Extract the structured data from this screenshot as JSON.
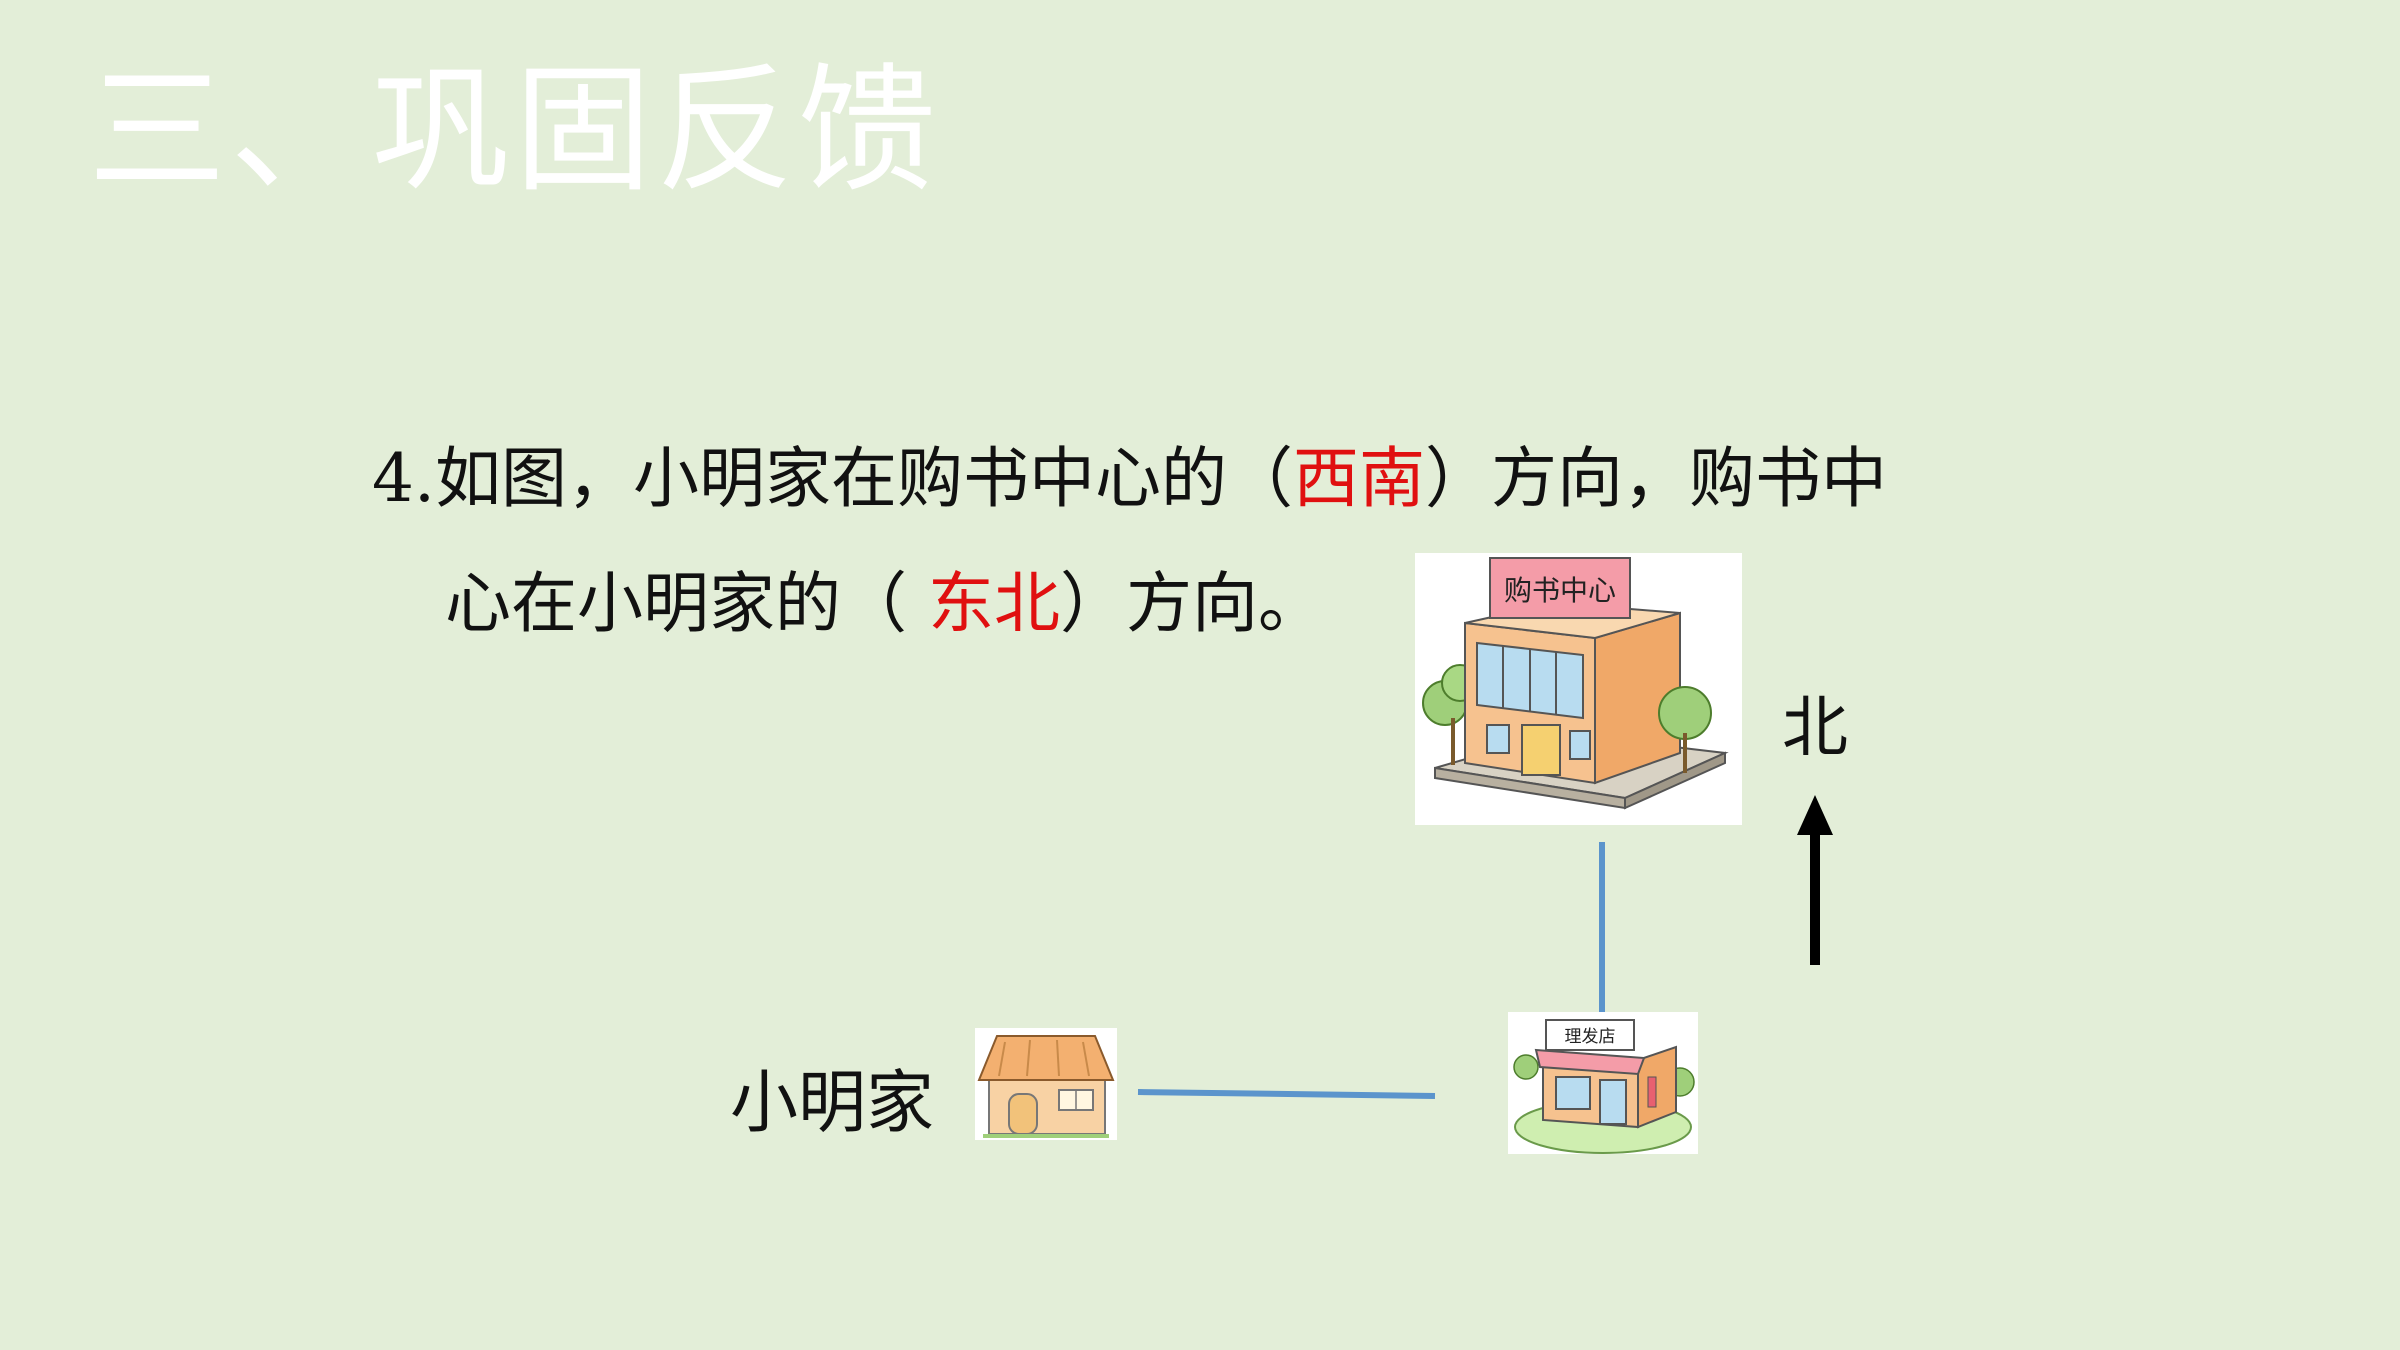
{
  "slide": {
    "title": "三、巩固反馈",
    "question": {
      "number": "4.",
      "line1_a": "如图，小明家在购书中心的（",
      "answer1": "西南",
      "line1_b": "）方向，购书中",
      "line2_a": "心在小明家的（ ",
      "answer2": "东北",
      "line2_b": "）方向。"
    },
    "map": {
      "bookstore_sign": "购书中心",
      "barbershop_sign": "理发店",
      "home_label": "小明家",
      "north_label": "北"
    }
  },
  "colors": {
    "background": "#e3eed8",
    "answer": "#e01010",
    "path_line": "#5b94cc"
  }
}
